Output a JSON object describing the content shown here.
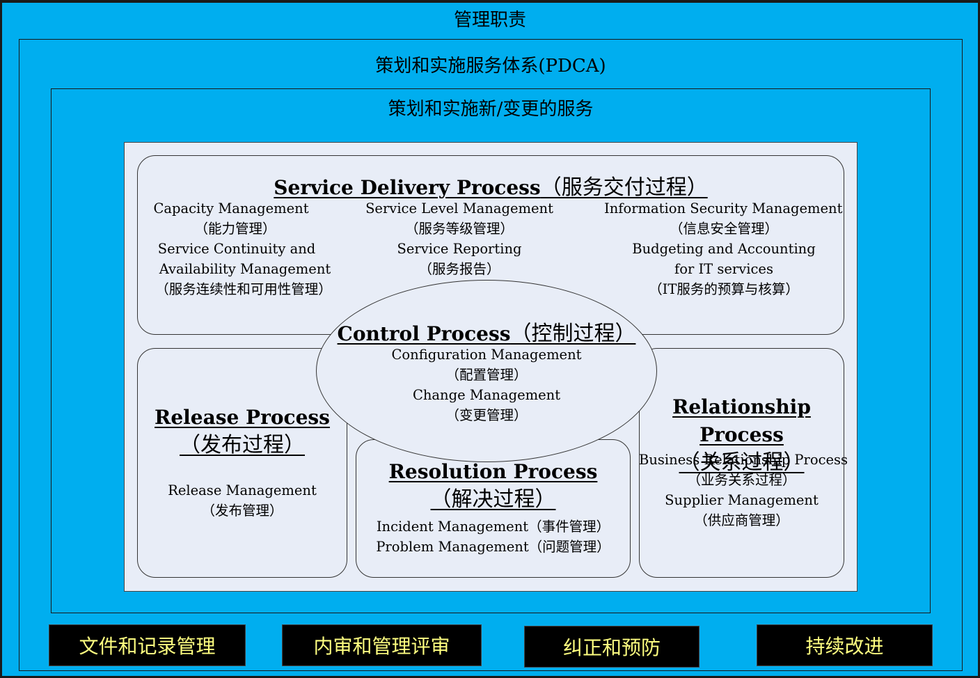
{
  "levels": {
    "management_responsibility": "管理职责",
    "plan_implement_sms": "策划和实施服务体系(PDCA)",
    "plan_implement_new_services": "策划和实施新/变更的服务"
  },
  "service_delivery": {
    "title": "Service Delivery Process",
    "title_cn": "（服务交付过程）",
    "col1": [
      "Capacity Management",
      "（能力管理）",
      "Service Continuity and",
      "Availability Management",
      "（服务连续性和可用性管理）"
    ],
    "col2": [
      "Service Level Management",
      "（服务等级管理）",
      "Service Reporting",
      "（服务报告）"
    ],
    "col3": [
      "Information Security Management",
      "（信息安全管理）",
      "Budgeting and Accounting",
      "for IT services",
      "（IT服务的预算与核算）"
    ]
  },
  "control": {
    "title": "Control Process",
    "title_cn": "（控制过程）",
    "items": [
      "Configuration Management",
      "（配置管理）",
      "Change Management",
      "（变更管理）"
    ]
  },
  "release": {
    "title": "Release Process",
    "title_cn": "（发布过程）",
    "items": [
      "Release Management",
      "（发布管理）"
    ]
  },
  "resolution": {
    "title": "Resolution Process",
    "title_cn": "（解决过程）",
    "items": [
      "Incident Management（事件管理）",
      "Problem Management（问题管理）"
    ]
  },
  "relationship": {
    "title": "Relationship Process",
    "title_cn": "（关系过程）",
    "items": [
      "Business Relationship Process",
      "（业务关系过程）",
      "Supplier Management",
      "（供应商管理）"
    ]
  },
  "bottom_buttons": [
    "文件和记录管理",
    "内审和管理评审",
    "纠正和预防",
    "持续改进"
  ],
  "colors": {
    "background": "#00aeef",
    "panel": "#e8edf7",
    "button_bg": "#000000",
    "button_text": "#ffff80"
  }
}
